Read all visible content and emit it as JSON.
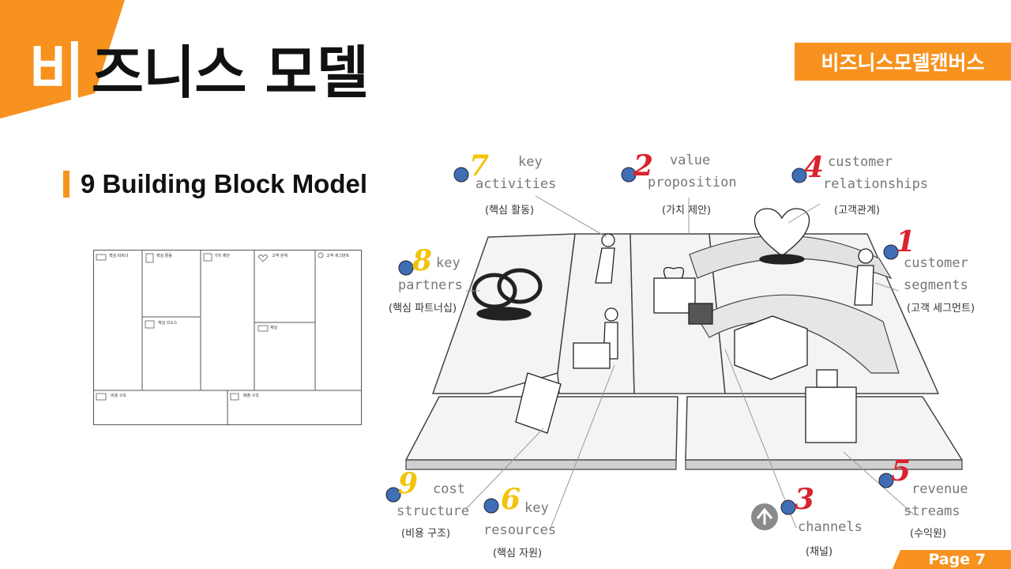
{
  "header": {
    "title_first": "비",
    "title_rest": "즈니스 모델",
    "badge": "비즈니스모델캔버스"
  },
  "section": {
    "subtitle": "9 Building Block Model"
  },
  "canvas_grid": {
    "partners": "핵심\n파트너",
    "activities": "핵심 활동",
    "value": "가치 제안",
    "relationships": "고객 관계",
    "segments": "고객 세그먼트",
    "resources": "핵심 리소스",
    "channels": "채널",
    "cost": "비용 구조",
    "revenue": "매출 구조"
  },
  "diagram": {
    "blocks": [
      {
        "num": "7",
        "en1": "key",
        "en2": "activities",
        "ko": "(핵심 활동)",
        "num_color": "#F2C40A"
      },
      {
        "num": "2",
        "en1": "value",
        "en2": "proposition",
        "ko": "(가치 제안)",
        "num_color": "#D9232E"
      },
      {
        "num": "4",
        "en1": "customer",
        "en2": "relationships",
        "ko": "(고객관계)",
        "num_color": "#D9232E"
      },
      {
        "num": "8",
        "en1": "key",
        "en2": "partners",
        "ko": "(핵심 파트너십)",
        "num_color": "#F2C40A"
      },
      {
        "num": "1",
        "en1": "customer",
        "en2": "segments",
        "ko": "(고객 세그먼트)",
        "num_color": "#D9232E"
      },
      {
        "num": "9",
        "en1": "cost",
        "en2": "structure",
        "ko": "(비용 구조)",
        "num_color": "#F2C40A"
      },
      {
        "num": "6",
        "en1": "key",
        "en2": "resources",
        "ko": "(핵심 자원)",
        "num_color": "#F2C40A"
      },
      {
        "num": "3",
        "en1": "",
        "en2": "channels",
        "ko": "(채널)",
        "num_color": "#D9232E"
      },
      {
        "num": "5",
        "en1": "revenue",
        "en2": "streams",
        "ko": "(수익원)",
        "num_color": "#D9232E"
      }
    ]
  },
  "footer": {
    "page": "Page 7"
  },
  "colors": {
    "accent": "#F7921E",
    "dot": "#3F6EB5"
  }
}
